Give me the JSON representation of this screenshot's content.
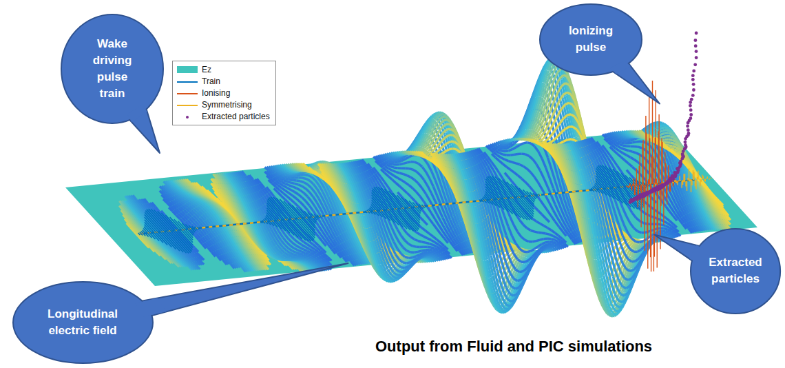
{
  "diagram": {
    "caption": "Output from Fluid and PIC simulations",
    "nodes": [
      {
        "text": [
          "Wake driving pulse train"
        ]
      },
      {
        "text": [
          "Ionizing pulse"
        ]
      },
      {
        "text": [
          "Extracted particles"
        ]
      },
      {
        "text": [
          "Longitudinal electric field"
        ]
      }
    ],
    "legend": [
      {
        "text": "Ez",
        "color": "#40c4bc"
      },
      {
        "text": "Train"
      },
      {
        "text": "Ionising"
      },
      {
        "text": "Symmetrising"
      },
      {
        "text": "Extracted particles"
      }
    ]
  }
}
